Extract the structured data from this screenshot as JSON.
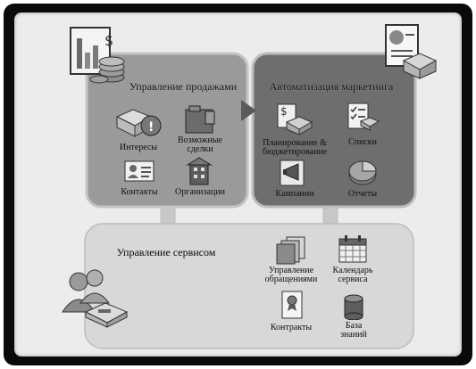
{
  "sales": {
    "title": "Управление продажами",
    "items": {
      "leads": "Интересы",
      "opportunities": "Возможные сделки",
      "contacts": "Контакты",
      "organizations": "Организации"
    }
  },
  "marketing": {
    "title": "Автоматизация маркетинга",
    "items": {
      "planning": "Планирование & бюджетирование",
      "lists": "Списки",
      "campaigns": "Кампании",
      "reports": "Отчеты"
    }
  },
  "service": {
    "title": "Управление сервисом",
    "items": {
      "cases": "Управление обращениями",
      "calendar": "Календарь сервиса",
      "contracts": "Контракты",
      "knowledge_base": "База знаний"
    }
  },
  "colors": {
    "frame": "#0a0a0a",
    "panel": "#ececec",
    "sales_box": "#9a9a9a",
    "marketing_box": "#6e6e6e",
    "service_box": "#d8d8d8"
  }
}
